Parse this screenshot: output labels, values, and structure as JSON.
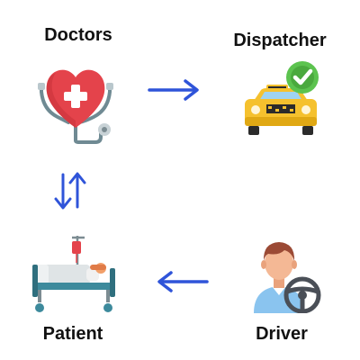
{
  "nodes": {
    "doctors": {
      "label": "Doctors",
      "icon": "heart-stethoscope-icon"
    },
    "dispatcher": {
      "label": "Dispatcher",
      "icon": "taxi-checkmark-icon"
    },
    "patient": {
      "label": "Patient",
      "icon": "hospital-bed-icon"
    },
    "driver": {
      "label": "Driver",
      "icon": "driver-steering-wheel-icon"
    }
  },
  "edges": [
    {
      "from": "doctors",
      "to": "dispatcher",
      "style": "single-arrow"
    },
    {
      "from": "driver",
      "to": "patient",
      "style": "single-arrow"
    },
    {
      "from": "doctors",
      "to": "patient",
      "style": "bidirectional-arrows"
    }
  ],
  "colors": {
    "arrow": "#2f54d9",
    "heart": "#e4434b",
    "taxi_body": "#f5c12e",
    "check_badge": "#5cc34f",
    "bed_frame": "#3d8a9c",
    "driver_shirt": "#8ac4ef",
    "label_text": "#111111"
  }
}
